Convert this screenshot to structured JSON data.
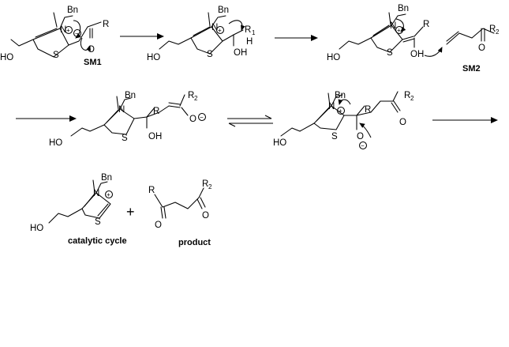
{
  "atoms": {
    "bn": "Bn",
    "n": "N",
    "s": "S",
    "o": "O",
    "ho": "HO",
    "oh": "OH",
    "h": "H",
    "r": "R",
    "r_sub": "1",
    "r2_sub": "2",
    "plus": "+",
    "minus": "−"
  },
  "labels": {
    "sm1": "SM1",
    "sm2": "SM2",
    "catalytic_cycle": "catalytic cycle",
    "product": "product",
    "plus_sign": "+"
  }
}
